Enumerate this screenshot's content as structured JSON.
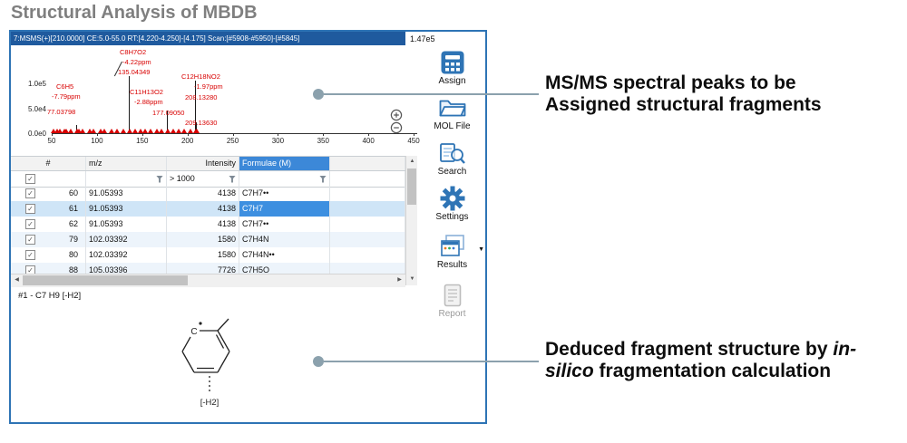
{
  "title": "Structural Analysis of MBDB",
  "window": {
    "header": {
      "scan_info": "7:MSMS(+)[210.0000]  CE:5.0-55.0 RT:[4.220-4.250]-[4.175]  Scan:[#5908-#5950]-[#5845]",
      "max_intensity": "1.47e5"
    },
    "spectrum": {
      "type": "centroid-msms",
      "y_ticks": [
        "1.0e5",
        "5.0e4",
        "0.0e0"
      ],
      "x_ticks": [
        50,
        100,
        150,
        200,
        250,
        300,
        350,
        400,
        450
      ],
      "peaks": [
        [
          51,
          0.05
        ],
        [
          55,
          0.04
        ],
        [
          58,
          0.05
        ],
        [
          63,
          0.04
        ],
        [
          65,
          0.07
        ],
        [
          70,
          0.04
        ],
        [
          77,
          0.17
        ],
        [
          79,
          0.05
        ],
        [
          83,
          0.04
        ],
        [
          91,
          0.08
        ],
        [
          95,
          0.04
        ],
        [
          103,
          0.06
        ],
        [
          107,
          0.04
        ],
        [
          115,
          0.06
        ],
        [
          121,
          0.04
        ],
        [
          128,
          0.06
        ],
        [
          135,
          1.15
        ],
        [
          141,
          0.05
        ],
        [
          147,
          0.05
        ],
        [
          152,
          0.04
        ],
        [
          158,
          0.04
        ],
        [
          165,
          0.06
        ],
        [
          170,
          0.04
        ],
        [
          177,
          0.45
        ],
        [
          183,
          0.04
        ],
        [
          189,
          0.05
        ],
        [
          195,
          0.04
        ],
        [
          202,
          0.05
        ],
        [
          208,
          1.05
        ],
        [
          209,
          0.22
        ]
      ],
      "annotations": [
        {
          "formula": "C6H5",
          "ppm": "-7.79ppm",
          "mz": "77.03798"
        },
        {
          "formula": "C8H7O2",
          "ppm": "-4.22ppm",
          "mz": "135.04349"
        },
        {
          "formula": "C11H13O2",
          "ppm": "-2.88ppm",
          "mz": "177.09050"
        },
        {
          "formula": "C12H18NO2",
          "ppm": "-1.97ppm",
          "mz": "208.13280"
        },
        {
          "mz": "209.13630"
        }
      ]
    },
    "table": {
      "columns": [
        "#",
        "m/z",
        "Intensity",
        "Formulae (M)"
      ],
      "intensity_filter": "> 1000",
      "rows": [
        {
          "num": "60",
          "mz": "91.05393",
          "intensity": "4138",
          "formula": "C7H7••",
          "selected": false
        },
        {
          "num": "61",
          "mz": "91.05393",
          "intensity": "4138",
          "formula": "C7H7",
          "selected": true
        },
        {
          "num": "62",
          "mz": "91.05393",
          "intensity": "4138",
          "formula": "C7H7••",
          "selected": false
        },
        {
          "num": "79",
          "mz": "102.03392",
          "intensity": "1580",
          "formula": "C7H4N",
          "selected": false
        },
        {
          "num": "80",
          "mz": "102.03392",
          "intensity": "1580",
          "formula": "C7H4N••",
          "selected": false
        },
        {
          "num": "88",
          "mz": "105.03396",
          "intensity": "7726",
          "formula": "C7H5O",
          "selected": false
        }
      ]
    },
    "sidebar": {
      "items": [
        {
          "label": "Assign",
          "icon": "calculator-icon",
          "disabled": false,
          "has_dropdown": false
        },
        {
          "label": "MOL File",
          "icon": "folder-icon",
          "disabled": false,
          "has_dropdown": false
        },
        {
          "label": "Search",
          "icon": "search-documents-icon",
          "disabled": false,
          "has_dropdown": false
        },
        {
          "label": "Settings",
          "icon": "gear-icon",
          "disabled": false,
          "has_dropdown": false
        },
        {
          "label": "Results",
          "icon": "results-windows-icon",
          "disabled": false,
          "has_dropdown": true
        },
        {
          "label": "Report",
          "icon": "report-icon",
          "disabled": true,
          "has_dropdown": false
        }
      ]
    },
    "fragment_label": "#1 - C7 H9 [-H2]",
    "structure": {
      "atom": "C",
      "loss": "[-H2]"
    }
  },
  "callouts": {
    "spectrum": {
      "line1": "MS/MS spectral peaks to be",
      "line2": "Assigned structural fragments"
    },
    "structure": {
      "pre": "Deduced fragment structure by ",
      "italic1": "in-",
      "italic2": "silico",
      "post": " fragmentation calculation"
    }
  }
}
